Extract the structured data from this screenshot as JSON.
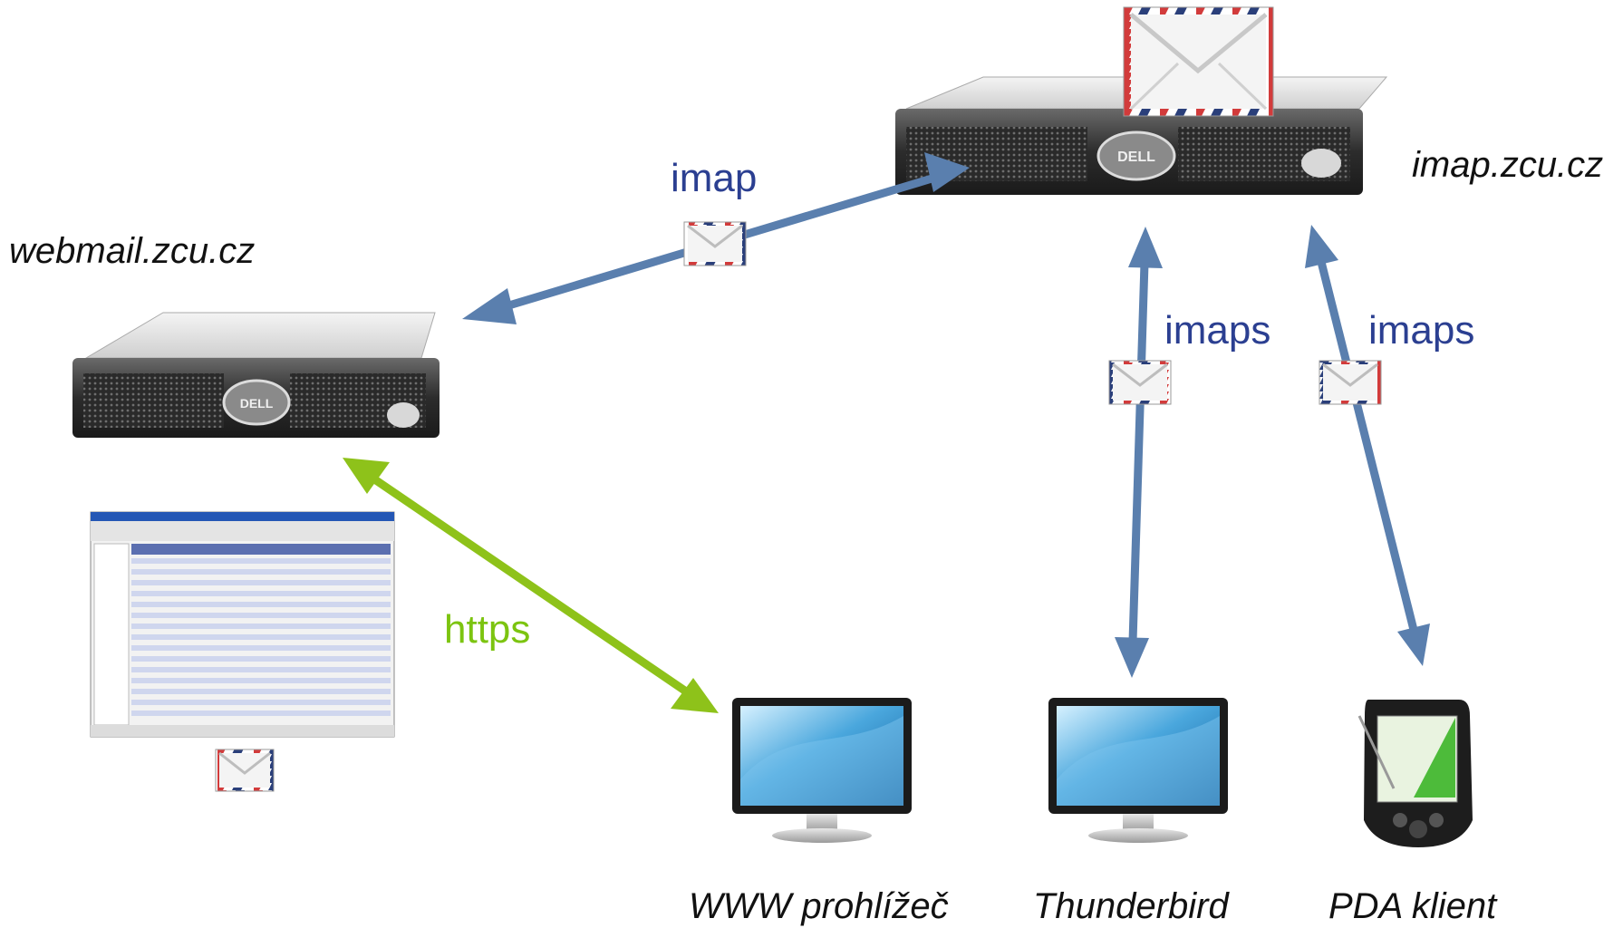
{
  "nodes": {
    "imap_server": {
      "label": "imap.zcu.cz"
    },
    "webmail_server": {
      "label": "webmail.zcu.cz"
    },
    "browser": {
      "label": "WWW prohlížeč"
    },
    "thunderbird": {
      "label": "Thunderbird"
    },
    "pda": {
      "label": "PDA klient"
    }
  },
  "connections": [
    {
      "protocol": "imap",
      "from": "webmail.zcu.cz",
      "to": "imap.zcu.cz"
    },
    {
      "protocol": "https",
      "from": "webmail.zcu.cz",
      "to": "WWW prohlížeč"
    },
    {
      "protocol": "imaps",
      "from": "Thunderbird",
      "to": "imap.zcu.cz"
    },
    {
      "protocol": "imaps",
      "from": "PDA klient",
      "to": "imap.zcu.cz"
    }
  ],
  "colors": {
    "arrow_imap": "#5a7fae",
    "arrow_https": "#8ec21a",
    "protocol_text": "#2b3f91",
    "https_text": "#7cc410"
  }
}
